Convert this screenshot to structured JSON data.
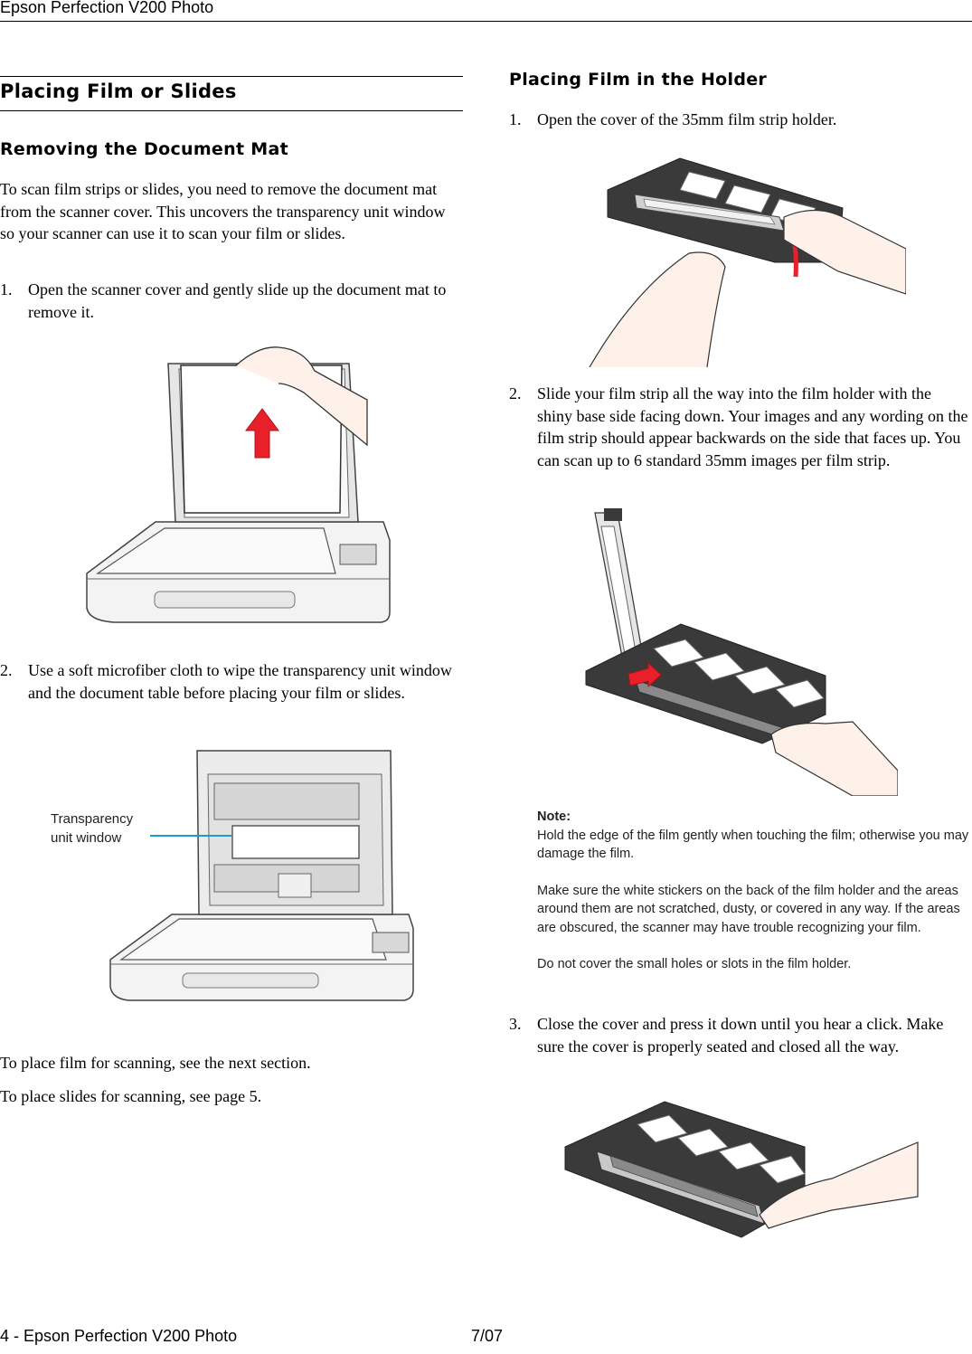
{
  "header": {
    "title": "Epson Perfection V200 Photo"
  },
  "left": {
    "section_title": "Placing Film or Slides",
    "subsection_title": "Removing the Document Mat",
    "intro": "To scan film strips or slides, you need to remove the document mat from the scanner cover. This uncovers the transparency unit window so your scanner can use it to scan your film or slides.",
    "steps": [
      {
        "num": "1.",
        "text": "Open the scanner cover and gently slide up the document mat to remove it."
      },
      {
        "num": "2.",
        "text": "Use a soft microfiber cloth to wipe the transparency unit window and the document table before placing your film or slides."
      }
    ],
    "callout_line1": "Transparency",
    "callout_line2": "unit window",
    "after1": "To place film for scanning, see the next section.",
    "after2": "To place slides for scanning, see page 5."
  },
  "right": {
    "subsection_title": "Placing Film in the Holder",
    "steps": [
      {
        "num": "1.",
        "text": "Open the cover of the 35mm film strip holder."
      },
      {
        "num": "2.",
        "text": "Slide your film strip all the way into the film holder with the shiny base side facing down. Your images and any wording on the film strip should appear backwards on the side that faces up. You can scan up to 6 standard 35mm images per film strip."
      },
      {
        "num": "3.",
        "text": "Close the cover and press it down until you hear a click. Make sure the cover is properly seated and closed all the way."
      }
    ],
    "note": {
      "label": "Note:",
      "p1": "Hold the edge of the film gently when touching the film; otherwise you may damage the film.",
      "p2": "Make sure the white stickers on the back of the film holder and the areas around them are not scratched, dusty, or covered in any way. If the areas are obscured, the scanner may have trouble recognizing your film.",
      "p3": "Do not cover the small holes or slots in the film holder."
    }
  },
  "footer": {
    "page_label": "4 - Epson Perfection V200 Photo",
    "date": "7/07"
  },
  "colors": {
    "arrow": "#e8202a",
    "callout": "#1a9ad6",
    "skin": "#fdf1ea",
    "holder": "#3a3a3a"
  }
}
